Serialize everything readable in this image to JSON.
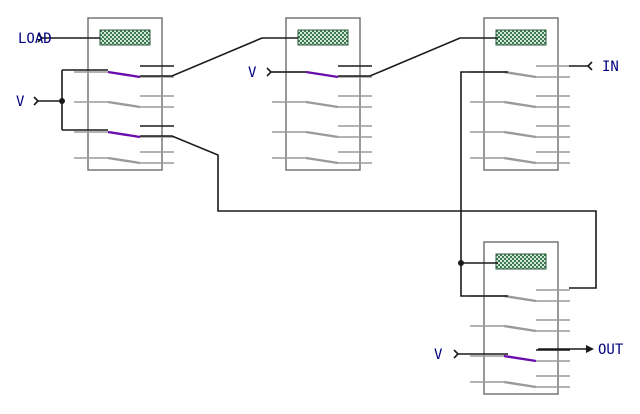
{
  "labels": {
    "load": "LOAD",
    "v_left": "V",
    "v_middle": "V",
    "v_bottom": "V",
    "in": "IN",
    "out": "OUT"
  },
  "colors": {
    "wire": "#1a1a1a",
    "relay_frame": "#777777",
    "contact_inactive": "#9a9a9a",
    "contact_active": "#6a0dad",
    "coil_fill": "#3d7a52",
    "coil_check": "#d4e8da",
    "label": "#000080",
    "background": "#ffffff"
  },
  "icons": {
    "input_terminal": "chevron-right-arrow-tail",
    "output_terminal": "arrow-right",
    "input_from_right": "chevron-left-arrow-tail",
    "junction": "filled-dot"
  },
  "relays": [
    {
      "name": "relay-1",
      "active_contacts": [
        0,
        2
      ]
    },
    {
      "name": "relay-2",
      "active_contacts": [
        0
      ]
    },
    {
      "name": "relay-3",
      "active_contacts": []
    },
    {
      "name": "relay-4",
      "active_contacts": [
        2
      ]
    }
  ]
}
